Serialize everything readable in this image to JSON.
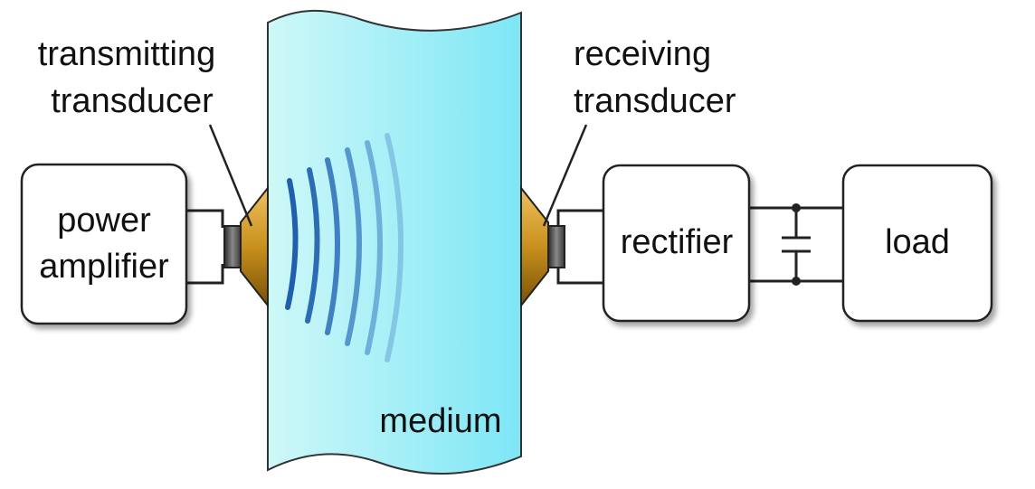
{
  "labels": {
    "transmitting_line1": "transmitting",
    "transmitting_line2": "transducer",
    "receiving_line1": "receiving",
    "receiving_line2": "transducer",
    "medium": "medium"
  },
  "blocks": {
    "power_amplifier_line1": "power",
    "power_amplifier_line2": "amplifier",
    "rectifier": "rectifier",
    "load": "load"
  },
  "colors": {
    "medium_left": "#cef8f8",
    "medium_right": "#7ee6f6",
    "wave": "#1f5fae",
    "transducer_body": "#c8901c",
    "transducer_face": "#555555"
  }
}
